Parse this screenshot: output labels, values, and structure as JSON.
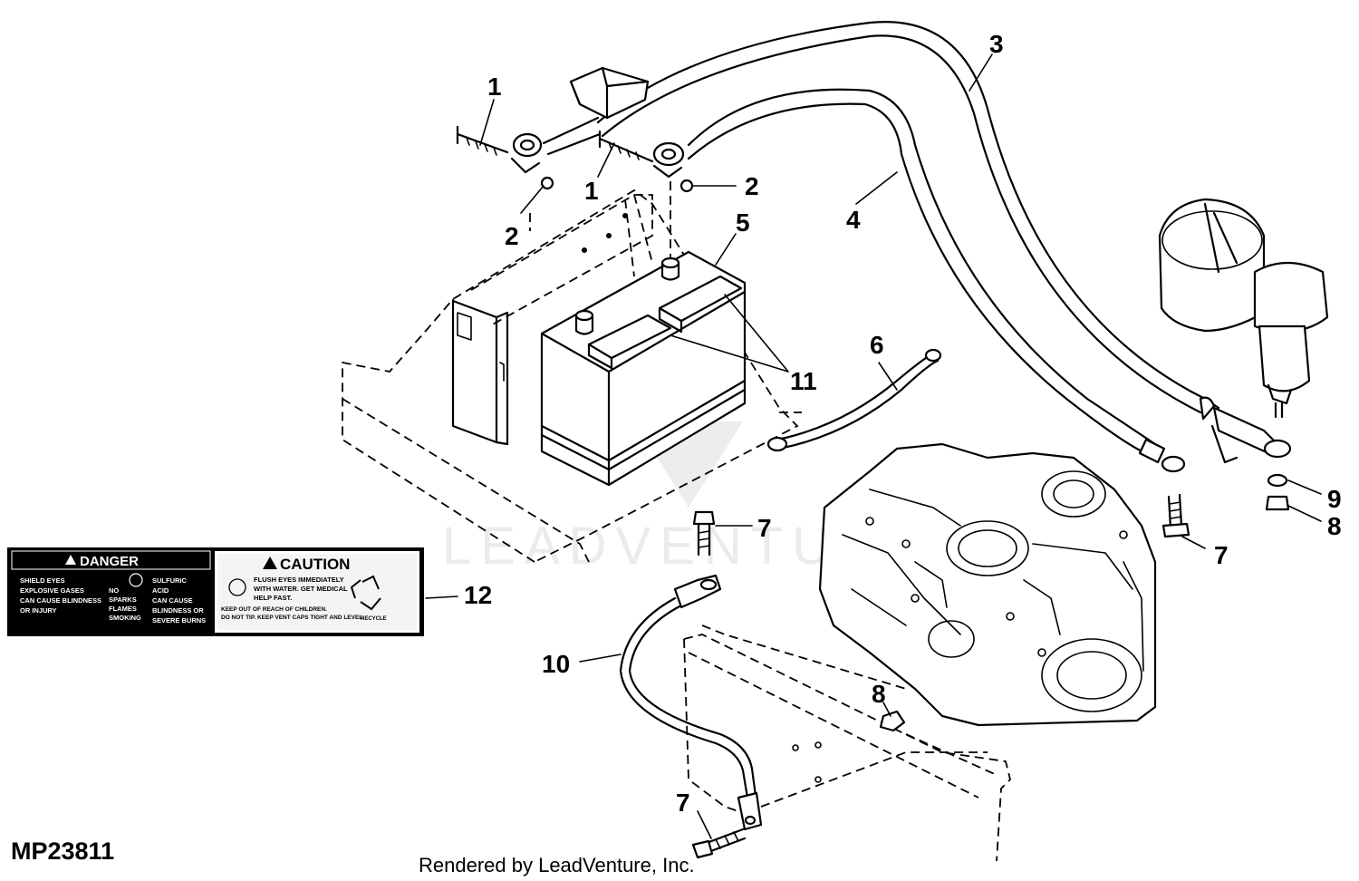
{
  "diagram": {
    "figure_id": "MP23811",
    "credit": "Rendered by LeadVenture, Inc.",
    "watermark": "LEADVENTURE",
    "callouts": [
      {
        "id": "c1a",
        "text": "1"
      },
      {
        "id": "c1b",
        "text": "1"
      },
      {
        "id": "c2a",
        "text": "2"
      },
      {
        "id": "c2b",
        "text": "2"
      },
      {
        "id": "c3",
        "text": "3"
      },
      {
        "id": "c4",
        "text": "4"
      },
      {
        "id": "c5",
        "text": "5"
      },
      {
        "id": "c6",
        "text": "6"
      },
      {
        "id": "c7a",
        "text": "7"
      },
      {
        "id": "c7b",
        "text": "7"
      },
      {
        "id": "c7c",
        "text": "7"
      },
      {
        "id": "c8a",
        "text": "8"
      },
      {
        "id": "c8b",
        "text": "8"
      },
      {
        "id": "c9",
        "text": "9"
      },
      {
        "id": "c10",
        "text": "10"
      },
      {
        "id": "c11",
        "text": "11"
      },
      {
        "id": "c12",
        "text": "12"
      }
    ],
    "warning_label": {
      "danger": {
        "heading": "DANGER",
        "col1": [
          "SHIELD EYES",
          "EXPLOSIVE GASES",
          "CAN CAUSE BLINDNESS",
          "OR INJURY"
        ],
        "col2": [
          "NO",
          "SPARKS",
          "FLAMES",
          "SMOKING"
        ],
        "col3": [
          "SULFURIC",
          "ACID",
          "CAN CAUSE",
          "BLINDNESS OR",
          "SEVERE BURNS"
        ]
      },
      "caution": {
        "heading": "CAUTION",
        "lines_top": [
          "FLUSH EYES IMMEDIATELY",
          "WITH WATER. GET MEDICAL",
          "HELP FAST."
        ],
        "lines_bottom": [
          "KEEP OUT OF REACH OF CHILDREN.",
          "DO NOT TIP. KEEP VENT CAPS TIGHT AND LEVEL."
        ],
        "recycle": "RECYCLE"
      }
    }
  }
}
